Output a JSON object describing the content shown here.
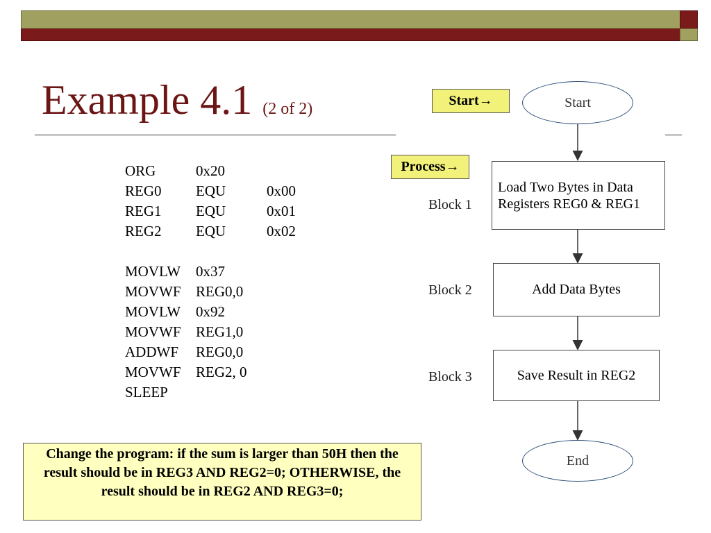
{
  "slide": {
    "title": "Example 4.1",
    "subtitle": "(2 of 2)"
  },
  "code": {
    "lines": [
      [
        "ORG",
        "0x20",
        ""
      ],
      [
        "REG0",
        "EQU",
        "0x00"
      ],
      [
        "REG1",
        "EQU",
        "0x01"
      ],
      [
        "REG2",
        "EQU",
        "0x02"
      ],
      [
        "",
        "",
        ""
      ],
      [
        "MOVLW",
        "0x37",
        ""
      ],
      [
        "MOVWF",
        "REG0,0",
        ""
      ],
      [
        "MOVLW",
        "0x92",
        ""
      ],
      [
        "MOVWF",
        "REG1,0",
        ""
      ],
      [
        "ADDWF",
        "REG0,0",
        ""
      ],
      [
        "MOVWF",
        "REG2, 0",
        ""
      ],
      [
        "SLEEP",
        "",
        ""
      ]
    ]
  },
  "flowchart": {
    "start_tag": "Start→",
    "process_tag": "Process→",
    "start": "Start",
    "end": "End",
    "block1_label": "Block 1",
    "block1_text": "Load Two Bytes in Data Registers REG0  & REG1",
    "block2_label": "Block 2",
    "block2_text": "Add Data Bytes",
    "block3_label": "Block 3",
    "block3_text": "Save Result in REG2"
  },
  "note": {
    "text": "Change the program: if the sum is larger than 50H then the result should be in REG3 AND REG2=0; OTHERWISE, the result should be in REG2 AND REG3=0;"
  },
  "colors": {
    "title": "#6b1515",
    "bar_olive": "#a0a060",
    "bar_maroon": "#7b1a1a",
    "tag_fill": "#f2f27a",
    "note_fill": "#ffffc0",
    "oval_stroke": "#2e4f7a"
  }
}
